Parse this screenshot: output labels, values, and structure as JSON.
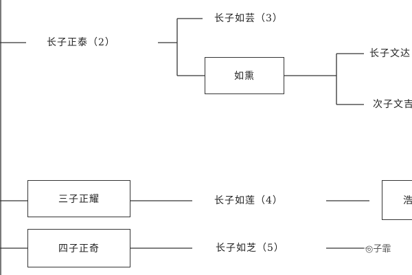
{
  "diagram": {
    "nodes": {
      "zhengtai": "长子正泰（2）",
      "ruyun": "长子如芸（3）",
      "ruxun": "如熏",
      "wenda": "长子文达",
      "wenji": "次子文吉",
      "zhengyao": "三子正耀",
      "rulian": "长子如莲（4）",
      "clipped_box": "浩",
      "zhengqi": "四子正奇",
      "ruzhi": "长子如芝（5）"
    },
    "watermark": "子霏"
  }
}
